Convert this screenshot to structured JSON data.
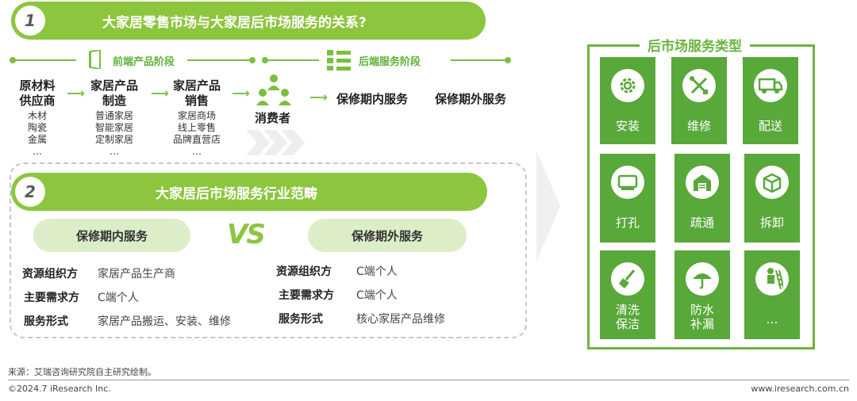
{
  "section1": {
    "num": "1",
    "title": "大家居零售市场与大家居后市场服务的关系?"
  },
  "stages": {
    "front": "前端产品阶段",
    "back": "后端服务阶段"
  },
  "columns": [
    {
      "title_l1": "原材料",
      "title_l2": "供应商",
      "items": [
        "木材",
        "陶瓷",
        "金属",
        "…"
      ]
    },
    {
      "title_l1": "家居产品",
      "title_l2": "制造",
      "items": [
        "普通家居",
        "智能家居",
        "定制家居",
        "…"
      ]
    },
    {
      "title_l1": "家居产品",
      "title_l2": "销售",
      "items": [
        "家居商场",
        "线上零售",
        "品牌直营店",
        "…"
      ]
    }
  ],
  "consumer": "消费者",
  "service_in": "保修期内服务",
  "service_out": "保修期外服务",
  "section2": {
    "num": "2",
    "title": "大家居后市场服务行业范畴"
  },
  "vs": "VS",
  "compare": {
    "left_title": "保修期内服务",
    "right_title": "保修期外服务",
    "rows": [
      {
        "key": "资源组织方",
        "left": "家居产品生产商",
        "right": "C端个人"
      },
      {
        "key": "主要需求方",
        "left": "C端个人",
        "right": "C端个人"
      },
      {
        "key": "服务形式",
        "left": "家居产品搬运、安装、维修",
        "right": "核心家居产品维修"
      }
    ]
  },
  "panel": {
    "title": "后市场服务类型",
    "tiles": [
      {
        "label": "安装",
        "icon": "gear-icon"
      },
      {
        "label": "维修",
        "icon": "wrench-screwdriver-icon"
      },
      {
        "label": "配送",
        "icon": "delivery-truck-icon"
      },
      {
        "label": "打孔",
        "icon": "drill-icon"
      },
      {
        "label": "疏通",
        "icon": "warehouse-icon"
      },
      {
        "label": "拆卸",
        "icon": "box-icon"
      },
      {
        "label_l1": "清洗",
        "label_l2": "保洁",
        "icon": "broom-icon"
      },
      {
        "label_l1": "防水",
        "label_l2": "补漏",
        "icon": "umbrella-icon"
      },
      {
        "label": "…",
        "icon": "worker-ladder-icon"
      }
    ]
  },
  "footer": {
    "source": "来源：艾瑞咨询研究院自主研究绘制。",
    "copyright": "©2024.7 iResearch Inc.",
    "website": "www.iresearch.com.cn"
  }
}
